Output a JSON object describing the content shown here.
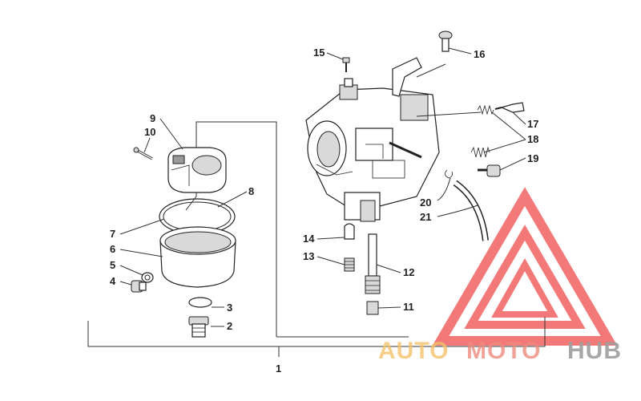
{
  "diagram": {
    "callouts": [
      "1",
      "2",
      "3",
      "4",
      "5",
      "6",
      "7",
      "8",
      "9",
      "10",
      "11",
      "12",
      "13",
      "14",
      "15",
      "16",
      "17",
      "18",
      "19",
      "20",
      "21"
    ]
  },
  "watermark": {
    "brand_auto": "AUTO",
    "brand_moto": "MOTO",
    "brand_hub": "HUB",
    "color_auto": "#f5c26b",
    "color_moto": "#f08a7e",
    "color_hub": "#9e9e9e",
    "logo_color": "#ef4d4d"
  }
}
